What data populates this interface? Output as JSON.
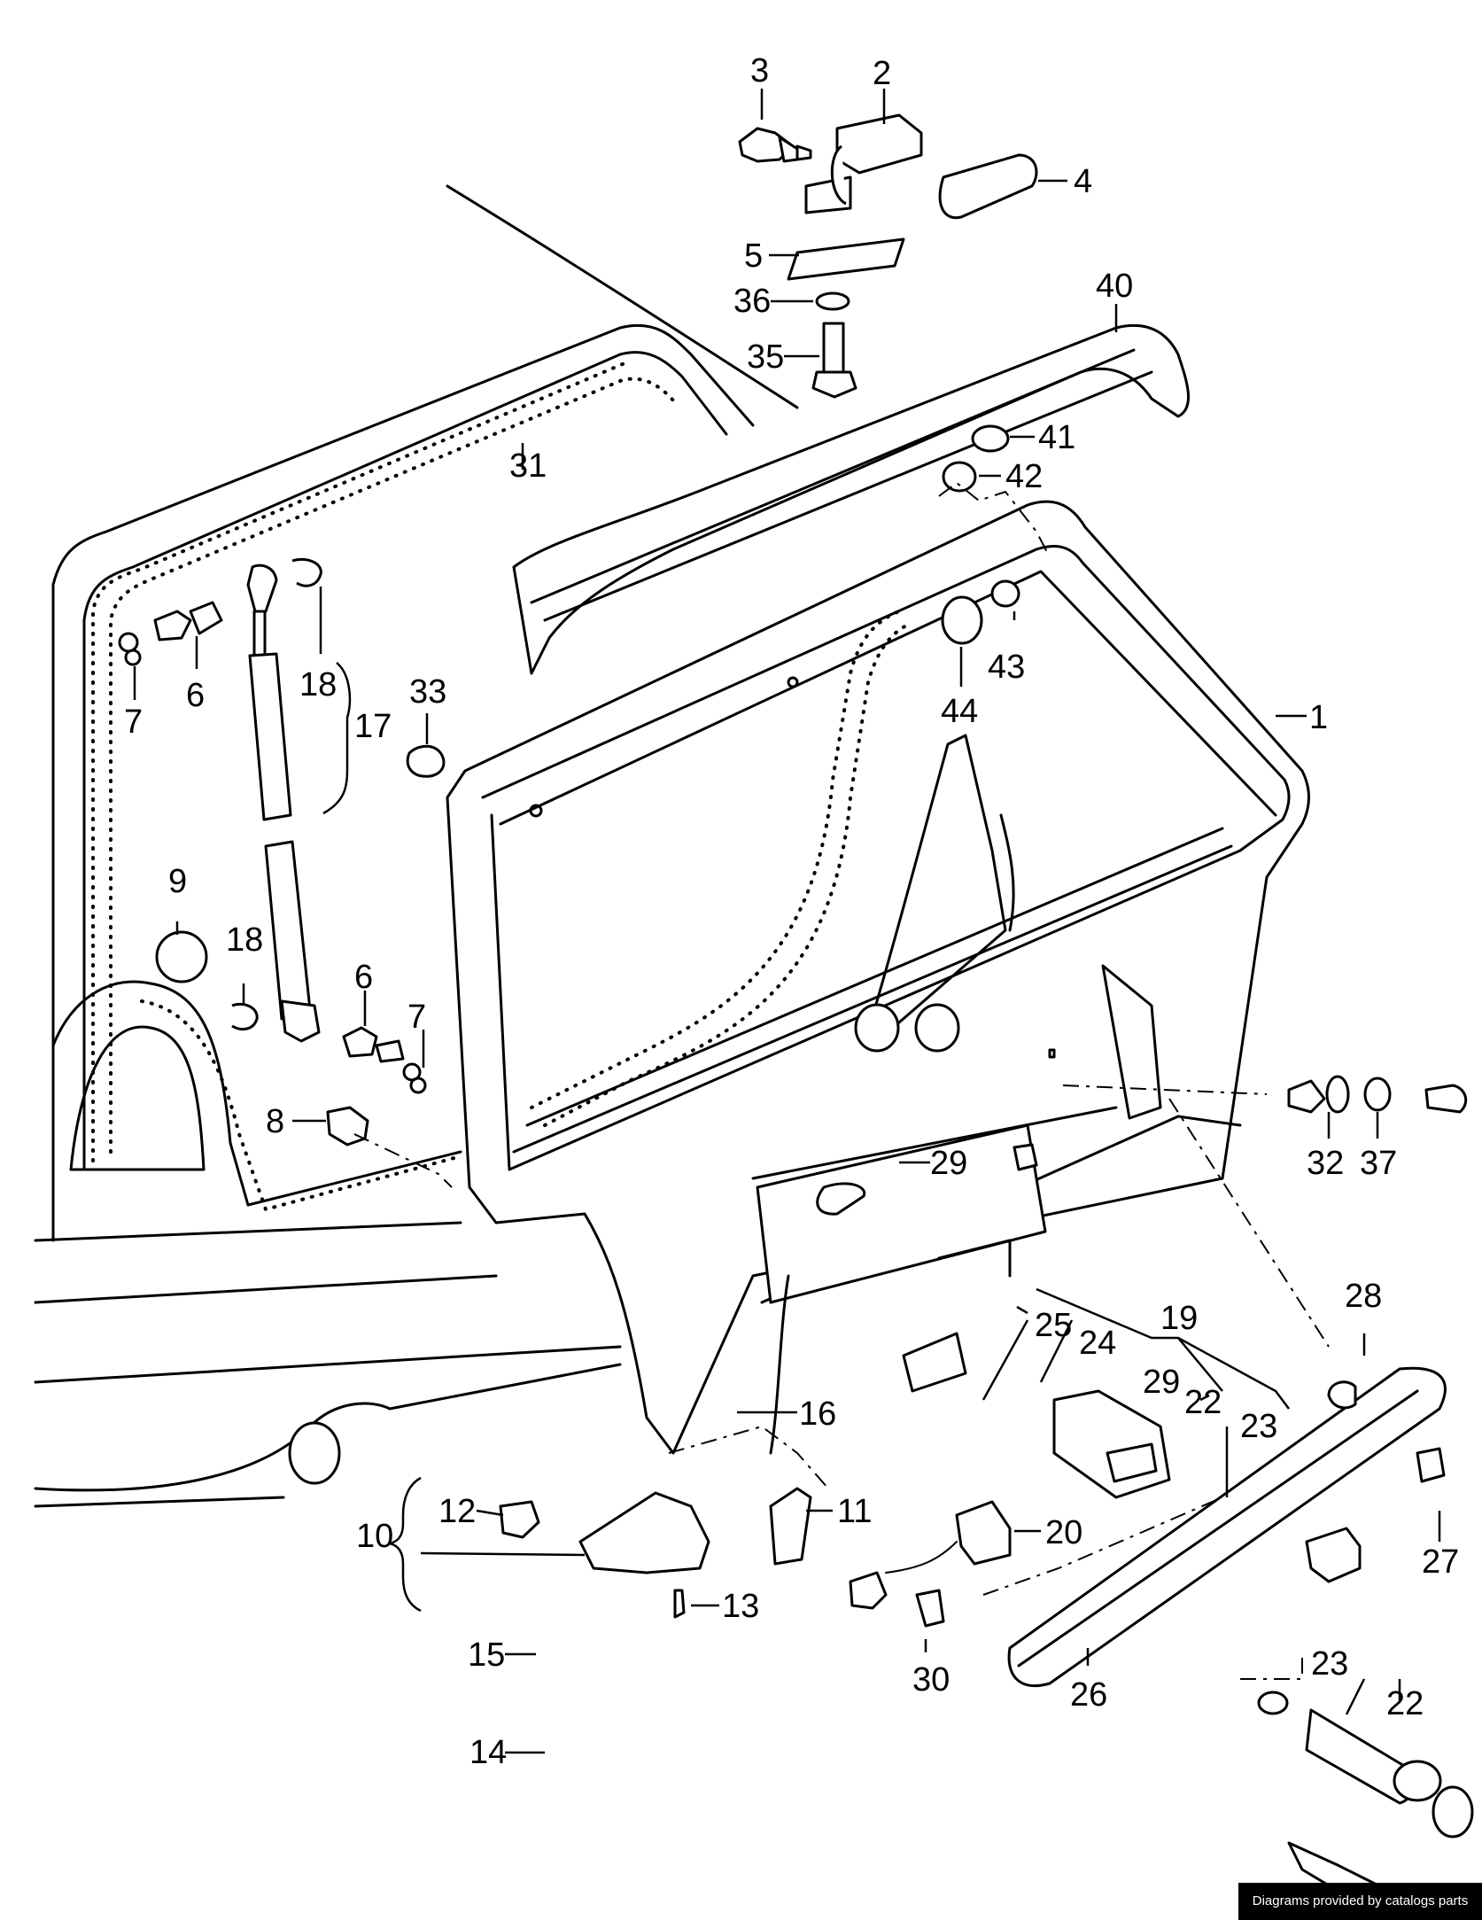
{
  "callouts": [
    {
      "id": "1",
      "label": "1"
    },
    {
      "id": "2",
      "label": "2"
    },
    {
      "id": "3",
      "label": "3"
    },
    {
      "id": "4",
      "label": "4"
    },
    {
      "id": "5",
      "label": "5"
    },
    {
      "id": "6a",
      "label": "6"
    },
    {
      "id": "6b",
      "label": "6"
    },
    {
      "id": "7a",
      "label": "7"
    },
    {
      "id": "7b",
      "label": "7"
    },
    {
      "id": "8",
      "label": "8"
    },
    {
      "id": "9",
      "label": "9"
    },
    {
      "id": "10",
      "label": "10"
    },
    {
      "id": "11",
      "label": "11"
    },
    {
      "id": "12",
      "label": "12"
    },
    {
      "id": "13",
      "label": "13"
    },
    {
      "id": "14",
      "label": "14"
    },
    {
      "id": "15",
      "label": "15"
    },
    {
      "id": "16",
      "label": "16"
    },
    {
      "id": "17",
      "label": "17"
    },
    {
      "id": "18a",
      "label": "18"
    },
    {
      "id": "18b",
      "label": "18"
    },
    {
      "id": "19",
      "label": "19"
    },
    {
      "id": "20",
      "label": "20"
    },
    {
      "id": "22a",
      "label": "22"
    },
    {
      "id": "22b",
      "label": "22"
    },
    {
      "id": "23a",
      "label": "23"
    },
    {
      "id": "23b",
      "label": "23"
    },
    {
      "id": "24",
      "label": "24"
    },
    {
      "id": "25",
      "label": "25"
    },
    {
      "id": "26",
      "label": "26"
    },
    {
      "id": "27",
      "label": "27"
    },
    {
      "id": "28",
      "label": "28"
    },
    {
      "id": "29a",
      "label": "29"
    },
    {
      "id": "29b",
      "label": "29"
    },
    {
      "id": "30",
      "label": "30"
    },
    {
      "id": "31",
      "label": "31"
    },
    {
      "id": "32",
      "label": "32"
    },
    {
      "id": "33",
      "label": "33"
    },
    {
      "id": "35",
      "label": "35"
    },
    {
      "id": "36",
      "label": "36"
    },
    {
      "id": "37",
      "label": "37"
    },
    {
      "id": "40",
      "label": "40"
    },
    {
      "id": "41",
      "label": "41"
    },
    {
      "id": "42",
      "label": "42"
    },
    {
      "id": "43",
      "label": "43"
    },
    {
      "id": "44",
      "label": "44"
    }
  ],
  "watermark": "Diagrams provided by catalogs parts"
}
